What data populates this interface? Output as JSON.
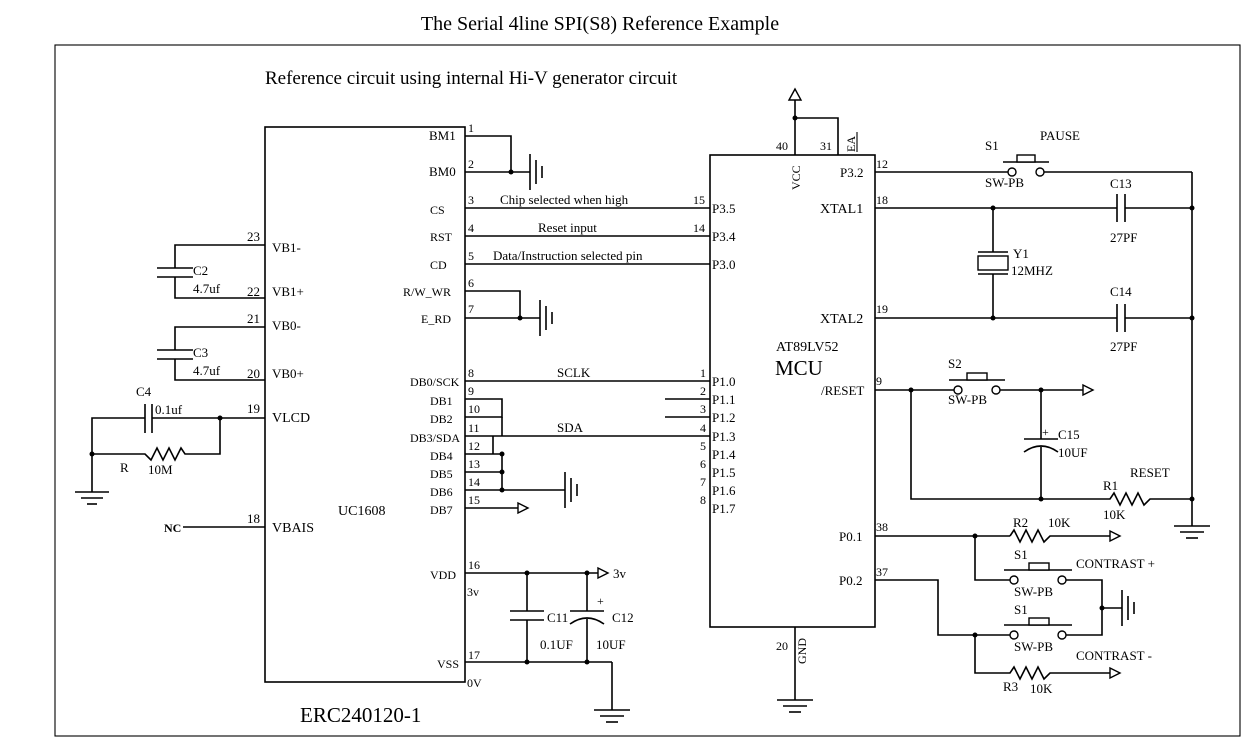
{
  "title": "The Serial 4line SPI(S8) Reference Example",
  "subtitle": "Reference circuit using internal  Hi-V generator circuit",
  "module_name": "ERC240120-1",
  "uc": {
    "name": "UC1608",
    "left_pins": [
      {
        "num": "23",
        "name": "VB1-"
      },
      {
        "num": "22",
        "name": "VB1+"
      },
      {
        "num": "21",
        "name": "VB0-"
      },
      {
        "num": "20",
        "name": "VB0+"
      },
      {
        "num": "19",
        "name": "VLCD"
      },
      {
        "num": "18",
        "name": "VBAIS"
      }
    ],
    "right_pins": [
      {
        "num": "1",
        "name": "BM1"
      },
      {
        "num": "2",
        "name": "BM0"
      },
      {
        "num": "3",
        "name": "CS"
      },
      {
        "num": "4",
        "name": "RST"
      },
      {
        "num": "5",
        "name": "CD"
      },
      {
        "num": "6",
        "name": "R/W_WR"
      },
      {
        "num": "7",
        "name": "E_RD"
      },
      {
        "num": "8",
        "name": "DB0/SCK"
      },
      {
        "num": "9",
        "name": "DB1"
      },
      {
        "num": "10",
        "name": "DB2"
      },
      {
        "num": "11",
        "name": "DB3/SDA"
      },
      {
        "num": "12",
        "name": "DB4"
      },
      {
        "num": "13",
        "name": "DB5"
      },
      {
        "num": "14",
        "name": "DB6"
      },
      {
        "num": "15",
        "name": "DB7"
      },
      {
        "num": "16",
        "name": "VDD"
      },
      {
        "num": "17",
        "name": "VSS"
      }
    ],
    "vdd_voltage": "3v",
    "vss_voltage": "0V",
    "nc_label": "NC"
  },
  "mcu": {
    "name": "MCU",
    "part": "AT89LV52",
    "vcc_label": "VCC",
    "ea_label": "EA",
    "gnd_label": "GND",
    "top_pins": [
      {
        "num": "40"
      },
      {
        "num": "31"
      }
    ],
    "gnd_pin": "20",
    "left_pins": [
      {
        "num": "15",
        "name": "P3.5"
      },
      {
        "num": "14",
        "name": "P3.4"
      },
      {
        "num": "",
        "name": "P3.0"
      },
      {
        "num": "1",
        "name": "P1.0"
      },
      {
        "num": "2",
        "name": "P1.1"
      },
      {
        "num": "3",
        "name": "P1.2"
      },
      {
        "num": "4",
        "name": "P1.3"
      },
      {
        "num": "5",
        "name": "P1.4"
      },
      {
        "num": "6",
        "name": "P1.5"
      },
      {
        "num": "7",
        "name": "P1.6"
      },
      {
        "num": "8",
        "name": "P1.7"
      }
    ],
    "right_pins": [
      {
        "num": "12",
        "name": "P3.2"
      },
      {
        "num": "18",
        "name": "XTAL1"
      },
      {
        "num": "19",
        "name": "XTAL2"
      },
      {
        "num": "9",
        "name": "/RESET"
      },
      {
        "num": "38",
        "name": "P0.1"
      },
      {
        "num": "37",
        "name": "P0.2"
      }
    ]
  },
  "signals": {
    "cs": "Chip selected when high",
    "rst": "Reset input",
    "cd": "Data/Instruction selected pin",
    "sclk": "SCLK",
    "sda": "SDA"
  },
  "components": {
    "c2": {
      "ref": "C2",
      "value": "4.7uf"
    },
    "c3": {
      "ref": "C3",
      "value": "4.7uf"
    },
    "c4": {
      "ref": "C4",
      "value": "0.1uf"
    },
    "r": {
      "ref": "R",
      "value": "10M"
    },
    "c11": {
      "ref": "C11",
      "value": "0.1UF"
    },
    "c12": {
      "ref": "C12",
      "value": "10UF"
    },
    "c13": {
      "ref": "C13",
      "value": "27PF"
    },
    "c14": {
      "ref": "C14",
      "value": "27PF"
    },
    "y1": {
      "ref": "Y1",
      "value": "12MHZ"
    },
    "c15": {
      "ref": "C15",
      "value": "10UF"
    },
    "r1": {
      "ref": "R1",
      "value": "10K"
    },
    "r2": {
      "ref": "R2",
      "value": "10K"
    },
    "r3": {
      "ref": "R3",
      "value": "10K"
    },
    "s1_pause": {
      "ref": "S1",
      "type": "SW-PB",
      "label": "PAUSE"
    },
    "s2_reset": {
      "ref": "S2",
      "type": "SW-PB",
      "label": "RESET"
    },
    "s1_contrast_plus": {
      "ref": "S1",
      "type": "SW-PB",
      "label": "CONTRAST +"
    },
    "s1_contrast_minus": {
      "ref": "S1",
      "type": "SW-PB",
      "label": "CONTRAST -"
    }
  },
  "vdd_out": "3v"
}
